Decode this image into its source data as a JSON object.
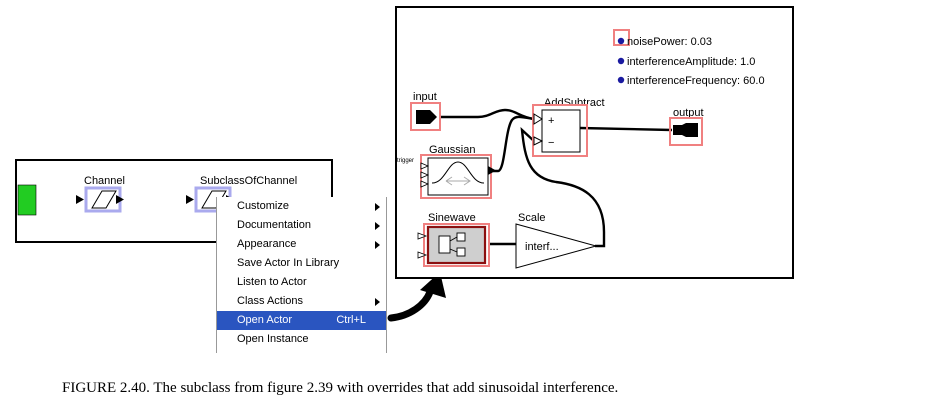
{
  "left_window": {
    "actors": {
      "channel": "Channel",
      "subclass": "SubclassOfChannel"
    }
  },
  "context_menu": {
    "items": [
      {
        "label": "Customize",
        "submenu": true,
        "shortcut": "",
        "selected": false
      },
      {
        "label": "Documentation",
        "submenu": true,
        "shortcut": "",
        "selected": false
      },
      {
        "label": "Appearance",
        "submenu": true,
        "shortcut": "",
        "selected": false
      },
      {
        "label": "Save Actor In Library",
        "submenu": false,
        "shortcut": "",
        "selected": false
      },
      {
        "label": "Listen to Actor",
        "submenu": false,
        "shortcut": "",
        "selected": false
      },
      {
        "label": "Class Actions",
        "submenu": true,
        "shortcut": "",
        "selected": false
      },
      {
        "label": "Open Actor",
        "submenu": false,
        "shortcut": "Ctrl+L",
        "selected": true
      },
      {
        "label": "Open Instance",
        "submenu": false,
        "shortcut": "",
        "selected": false
      }
    ],
    "selected_color": "#2a55c0"
  },
  "right_window": {
    "parameters": [
      "noisePower: 0.03",
      "interferenceAmplitude: 1.0",
      "interferenceFrequency: 60.0"
    ],
    "actors": {
      "input": "input",
      "add_subtract": "AddSubtract",
      "plus": "+",
      "minus": "−",
      "output": "output",
      "gaussian": "Gaussian",
      "trigger": "trigger",
      "sinewave": "Sinewave",
      "scale": "Scale",
      "scale_value": "interf..."
    }
  },
  "colors": {
    "override_highlight": "#f08080",
    "class_highlight": "#aaaaee",
    "port_green": "#22cc22",
    "parameter_dot": "#1a1aa0",
    "sinewave_border": "#8b1010"
  },
  "caption": "FIGURE 2.40.  The subclass from figure 2.39 with overrides that add sinusoidal interference."
}
